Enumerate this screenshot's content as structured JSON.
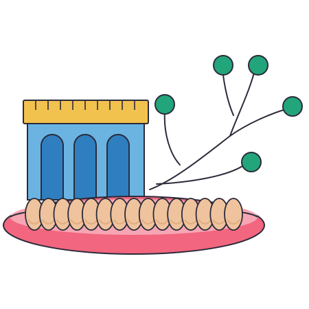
{
  "illustration": {
    "subject": "flat-illustration",
    "objects": [
      "building-icon",
      "plate-icon",
      "dumplings-icon",
      "berry-branch-icon"
    ],
    "dumpling_count": 15,
    "berry_count": 5,
    "building_window_count": 3,
    "colors": {
      "background": "#ffffff",
      "outline": "#2b2b3a",
      "building_roof": "#f2c24e",
      "building_wall": "#6bb4e2",
      "building_window": "#2f7fc0",
      "plate_rim": "#f2667f",
      "plate_inner": "#f6a6b3",
      "dumpling": "#efc39d",
      "dumpling_shade": "#e3ab80",
      "berry": "#23a57b",
      "stem": "#2b2b3a"
    }
  }
}
